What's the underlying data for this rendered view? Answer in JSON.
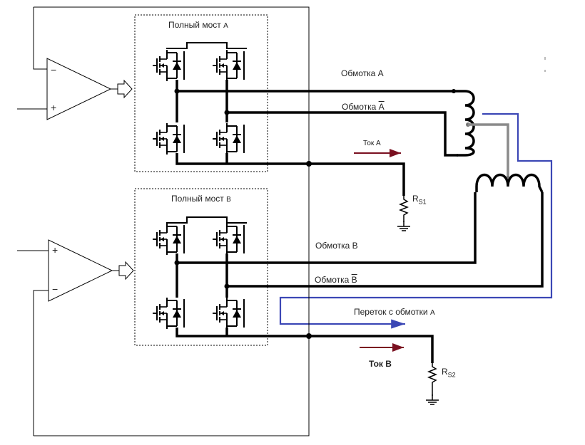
{
  "bridges": {
    "a_title": "Полный мост",
    "a_suffix": "A",
    "b_title": "Полный мост",
    "b_suffix": "B"
  },
  "windings": {
    "a": "Обмотка A",
    "a_bar_prefix": "Обмотка ",
    "a_bar_letter": "A",
    "b": "Обмотка B",
    "b_bar_prefix": "Обмотка ",
    "b_bar_letter": "B"
  },
  "currents": {
    "a": "Ток A",
    "b": "Ток B",
    "crossflow": "Переток с обмотки",
    "crossflow_suffix": "A"
  },
  "resistors": {
    "s1_main": "R",
    "s1_sub": "S1",
    "s2_main": "R",
    "s2_sub": "S2"
  },
  "opamps": {
    "plus": "+",
    "minus": "−"
  },
  "colors": {
    "wire": "#000000",
    "blue": "#3b47b5",
    "arrow": "#7a1020",
    "gray": "#8a8a8a"
  }
}
